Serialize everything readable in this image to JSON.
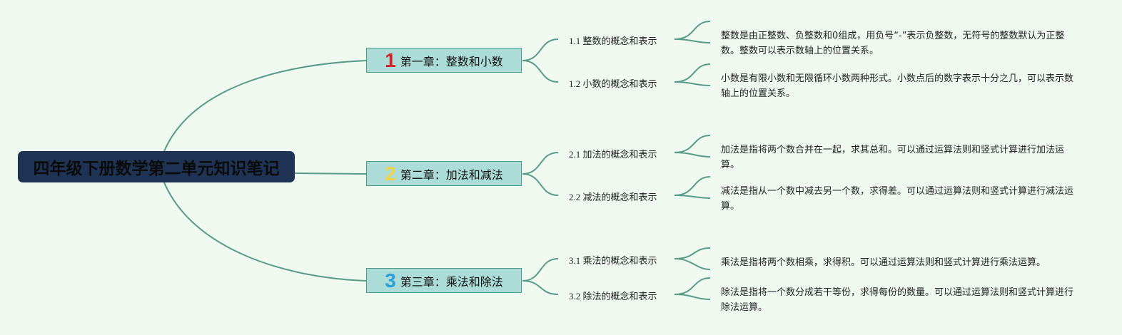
{
  "root": {
    "title": "四年级下册数学第二单元知识笔记"
  },
  "chapters": [
    {
      "number": "1",
      "number_color": "#d2232a",
      "title": "第一章：整数和小数",
      "sections": [
        {
          "label": "1.1 整数的概念和表示",
          "desc": "整数是由正整数、负整数和0组成，用负号“-”表示负整数，无符号的整数默认为正整数。整数可以表示数轴上的位置关系。"
        },
        {
          "label": "1.2 小数的概念和表示",
          "desc": "小数是有限小数和无限循环小数两种形式。小数点后的数字表示十分之几，可以表示数轴上的位置关系。"
        }
      ]
    },
    {
      "number": "2",
      "number_color": "#f0d34a",
      "title": "第二章：加法和减法",
      "sections": [
        {
          "label": "2.1 加法的概念和表示",
          "desc": "加法是指将两个数合并在一起，求其总和。可以通过运算法则和竖式计算进行加法运算。"
        },
        {
          "label": "2.2 减法的概念和表示",
          "desc": "减法是指从一个数中减去另一个数，求得差。可以通过运算法则和竖式计算进行减法运算。"
        }
      ]
    },
    {
      "number": "3",
      "number_color": "#2a9fd8",
      "title": "第三章：乘法和除法",
      "sections": [
        {
          "label": "3.1 乘法的概念和表示",
          "desc": "乘法是指将两个数相乘，求得积。可以通过运算法则和竖式计算进行乘法运算。"
        },
        {
          "label": "3.2 除法的概念和表示",
          "desc": "除法是指将一个数分成若干等份，求得每份的数量。可以通过运算法则和竖式计算进行除法运算。"
        }
      ]
    }
  ]
}
